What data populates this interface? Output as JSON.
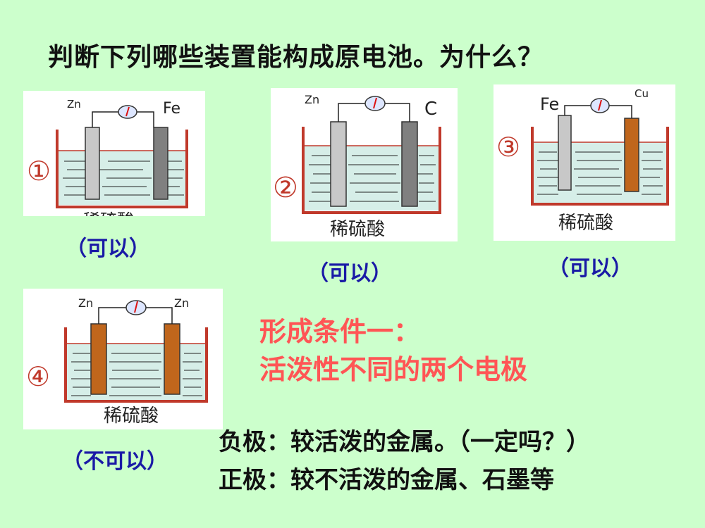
{
  "title": "判断下列哪些装置能构成原电池。为什么？",
  "electrolyte": "稀硫酸",
  "devices": [
    {
      "number": "①",
      "left_electrode": "Zn",
      "right_electrode": "Fe",
      "result": "（可以）"
    },
    {
      "number": "②",
      "left_electrode": "Zn",
      "right_electrode": "C",
      "result": "（可以）"
    },
    {
      "number": "③",
      "left_electrode": "Fe",
      "right_electrode": "Cu",
      "result": "（可以）"
    },
    {
      "number": "④",
      "left_electrode": "Zn",
      "right_electrode": "Zn",
      "result": "（不可以）"
    }
  ],
  "condition": {
    "line1": "形成条件一：",
    "line2": "活泼性不同的两个电极"
  },
  "electrodes": {
    "negative": "负极：较活泼的金属。（一定吗？）",
    "positive": "正极：较不活泼的金属、石墨等"
  },
  "colors": {
    "background": "#ccffcc",
    "container": "#c0392b",
    "solution": "#d6eee8",
    "zinc_rod": "#c8c8c8",
    "iron_rod": "#808080",
    "copper_rod": "#c0661c",
    "condition_text": "#ff5555",
    "result_text": "#1a1aa6"
  }
}
